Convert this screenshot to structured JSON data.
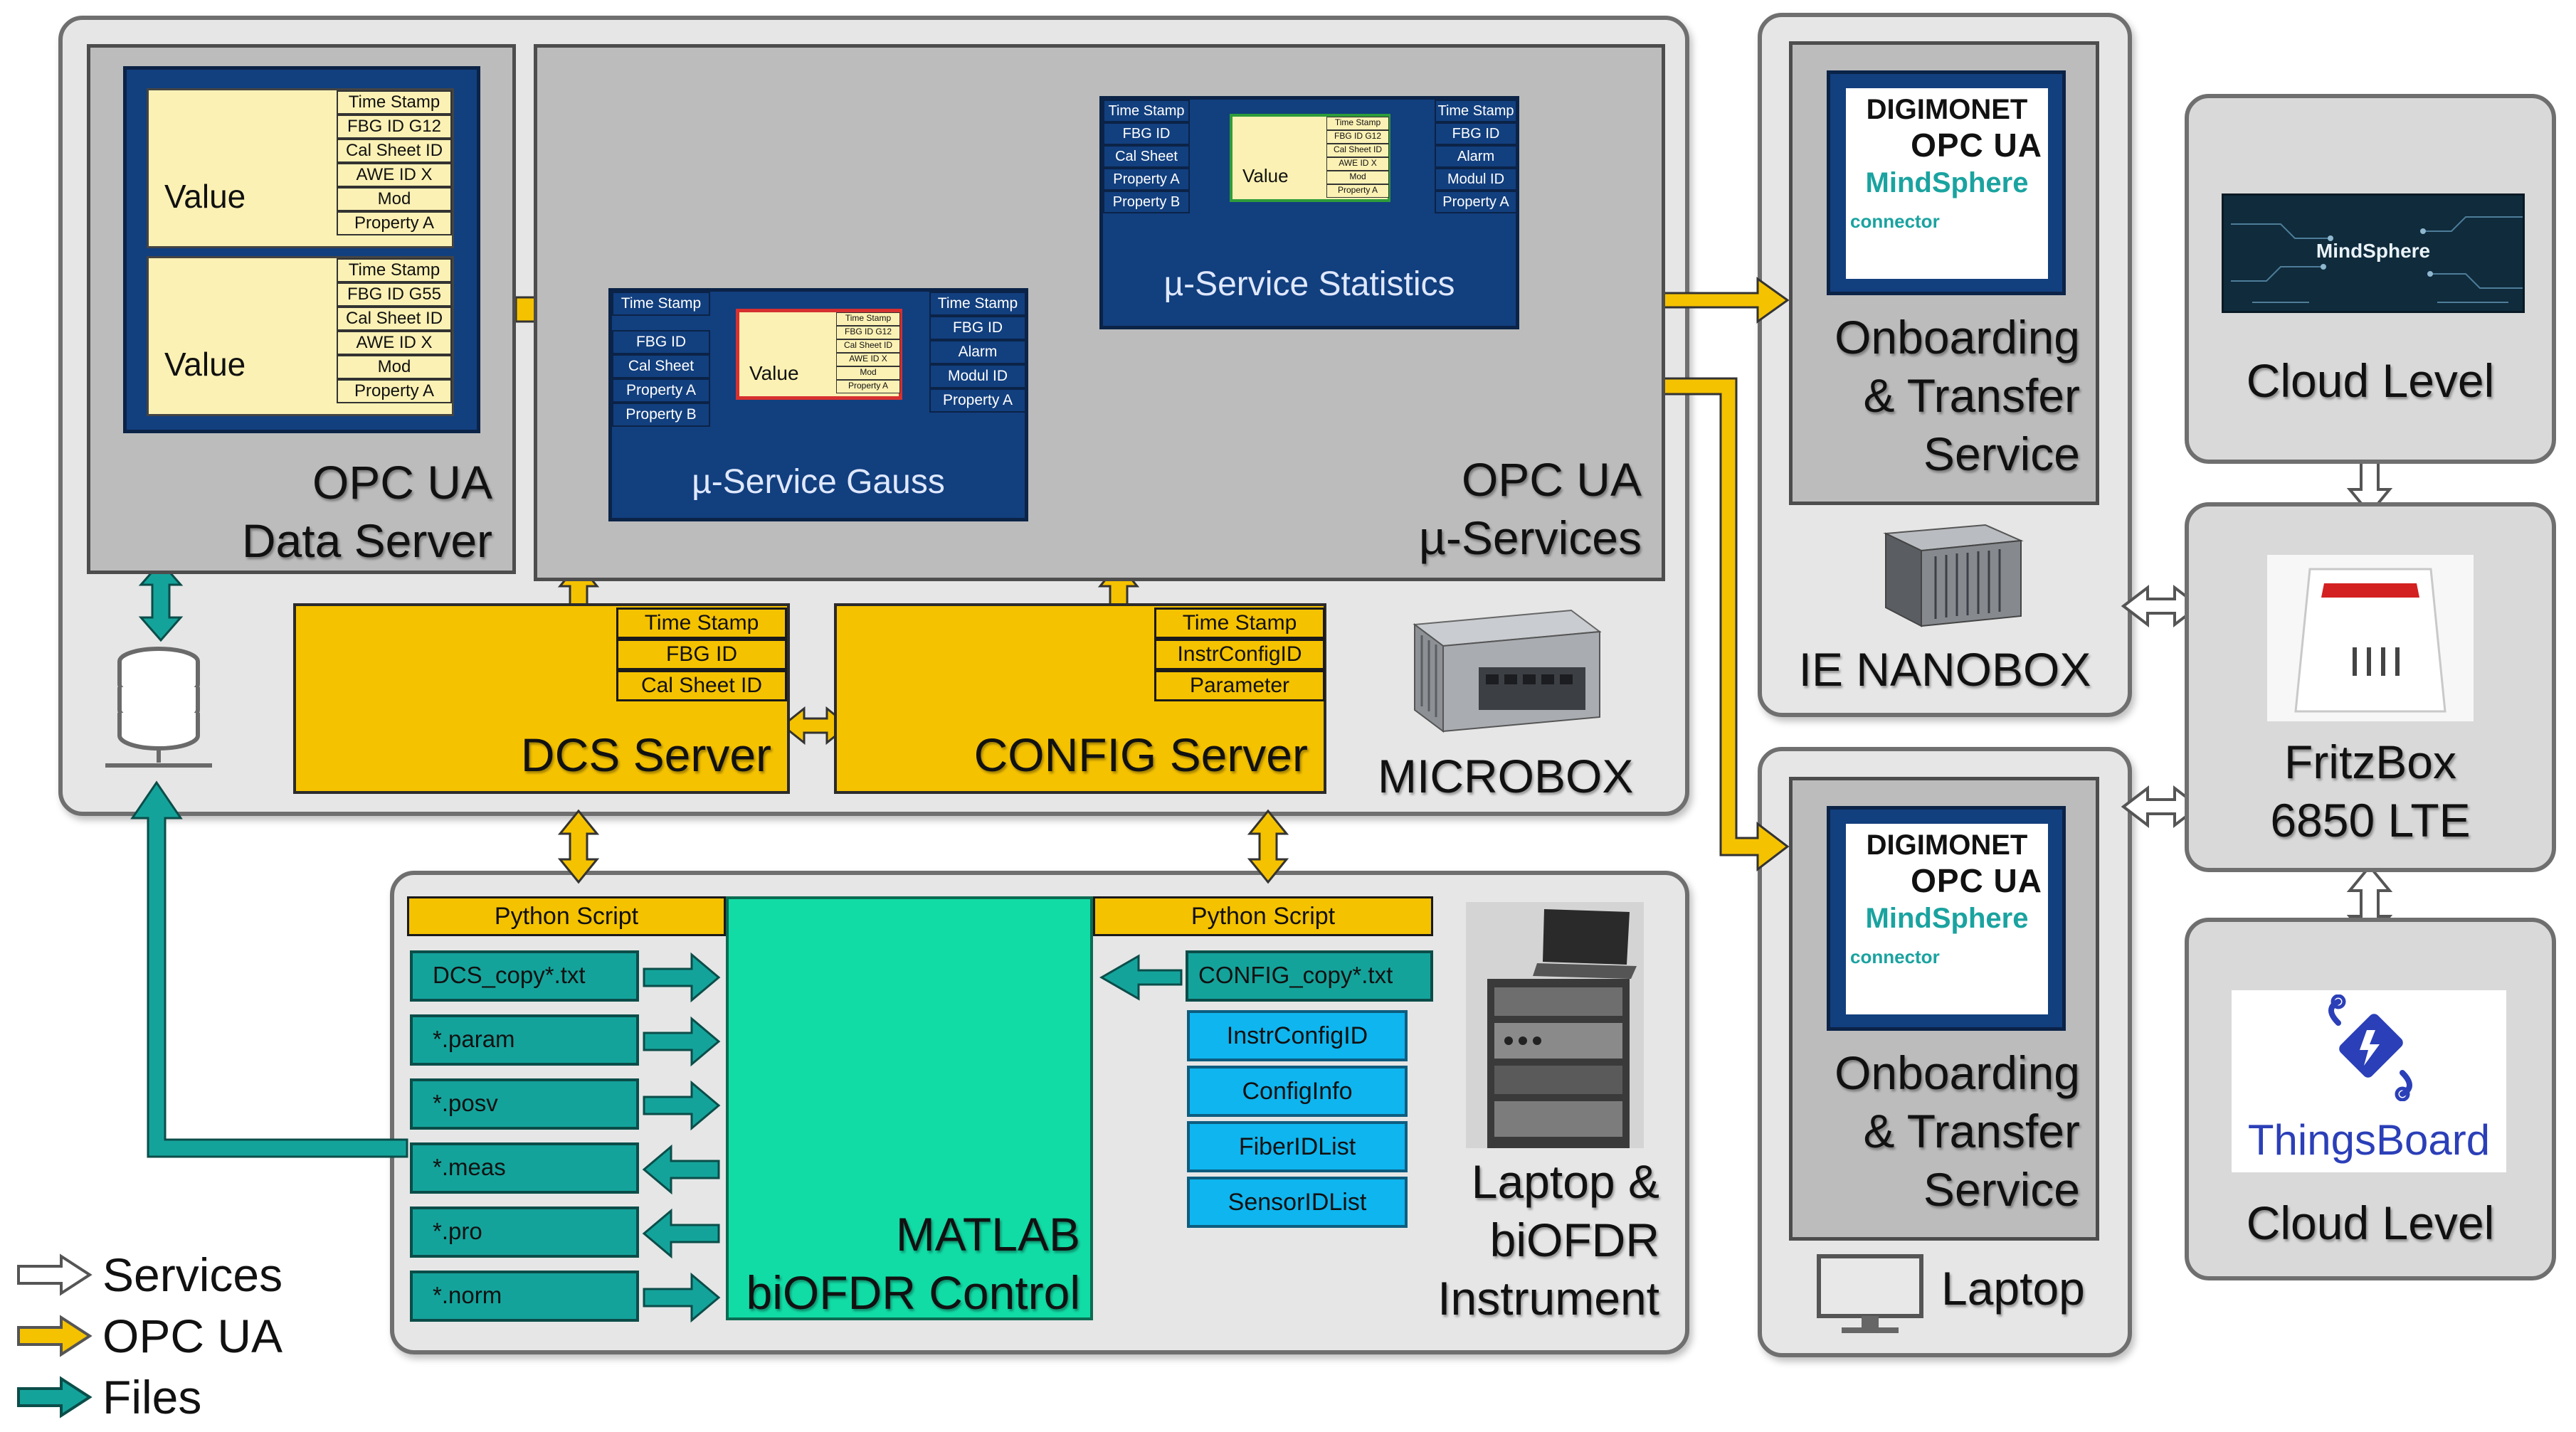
{
  "microbox": {
    "label": "MICROBOX",
    "data_server": {
      "title_line1": "OPC UA",
      "title_line2": "Data Server",
      "value_groups": [
        {
          "value_label": "Value",
          "fields": [
            "Time Stamp",
            "FBG ID G12",
            "Cal Sheet ID",
            "AWE ID X",
            "Mod",
            "Property A"
          ]
        },
        {
          "value_label": "Value",
          "fields": [
            "Time Stamp",
            "FBG ID G55",
            "Cal Sheet ID",
            "AWE ID X",
            "Mod",
            "Property A"
          ]
        }
      ]
    },
    "microservices": {
      "title_line1": "OPC UA",
      "title_line2": "µ-Services",
      "gauss": {
        "title": "µ-Service Gauss",
        "left_fields": [
          "Time Stamp",
          "FBG ID",
          "Cal Sheet",
          "Property A",
          "Property B"
        ],
        "center_value": "Value",
        "center_fields": [
          "Time Stamp",
          "FBG ID G12",
          "Cal Sheet ID",
          "AWE ID X",
          "Mod",
          "Property A"
        ],
        "right_fields": [
          "Time Stamp",
          "FBG ID",
          "Alarm",
          "Modul ID",
          "Property A"
        ]
      },
      "statistics": {
        "title": "µ-Service Statistics",
        "left_fields": [
          "Time Stamp",
          "FBG ID",
          "Cal Sheet",
          "Property A",
          "Property B"
        ],
        "center_value": "Value",
        "center_fields": [
          "Time Stamp",
          "FBG ID G12",
          "Cal Sheet ID",
          "AWE ID X",
          "Mod",
          "Property A"
        ],
        "right_fields": [
          "Time Stamp",
          "FBG ID",
          "Alarm",
          "Modul ID",
          "Property A"
        ]
      }
    },
    "dcs_server": {
      "title": "DCS Server",
      "fields": [
        "Time Stamp",
        "FBG ID",
        "Cal Sheet ID"
      ]
    },
    "config_server": {
      "title": "CONFIG Server",
      "fields": [
        "Time Stamp",
        "InstrConfigID",
        "Parameter"
      ]
    }
  },
  "laptop_panel": {
    "left_script": "Python Script",
    "right_script": "Python Script",
    "files_left": [
      "DCS_copy*.txt",
      "*.param",
      "*.posv",
      "*.meas",
      "*.pro",
      "*.norm"
    ],
    "file_config": "CONFIG_copy*.txt",
    "config_items": [
      "InstrConfigID",
      "ConfigInfo",
      "FiberIDList",
      "SensorIDList"
    ],
    "matlab_line1": "MATLAB",
    "matlab_line2": "biOFDR Control",
    "instrument_line1": "Laptop &",
    "instrument_line2": "biOFDR",
    "instrument_line3": "Instrument"
  },
  "nanobox": {
    "label": "IE NANOBOX",
    "service_line1": "Onboarding",
    "service_line2": "& Transfer",
    "service_line3": "Service",
    "logo_digimonet": "DIGIMONET",
    "logo_opcua": "OPC UA",
    "logo_mindsphere": "MindSphere",
    "logo_connector": "connector"
  },
  "laptop_box": {
    "label": "Laptop",
    "service_line1": "Onboarding",
    "service_line2": "& Transfer",
    "service_line3": "Service",
    "logo_digimonet": "DIGIMONET",
    "logo_opcua": "OPC UA",
    "logo_mindsphere": "MindSphere",
    "logo_connector": "connector"
  },
  "cloud_top": {
    "label": "Cloud Level",
    "banner": "MindSphere"
  },
  "fritzbox": {
    "line1": "FritzBox",
    "line2": "6850 LTE"
  },
  "cloud_bottom": {
    "label": "Cloud Level",
    "logo_text": "ThingsBoard"
  },
  "legend": [
    {
      "label": "Services",
      "color": "#ffffff"
    },
    {
      "label": "OPC UA",
      "color": "#f5c200"
    },
    {
      "label": "Files",
      "color": "#14a39b"
    }
  ]
}
